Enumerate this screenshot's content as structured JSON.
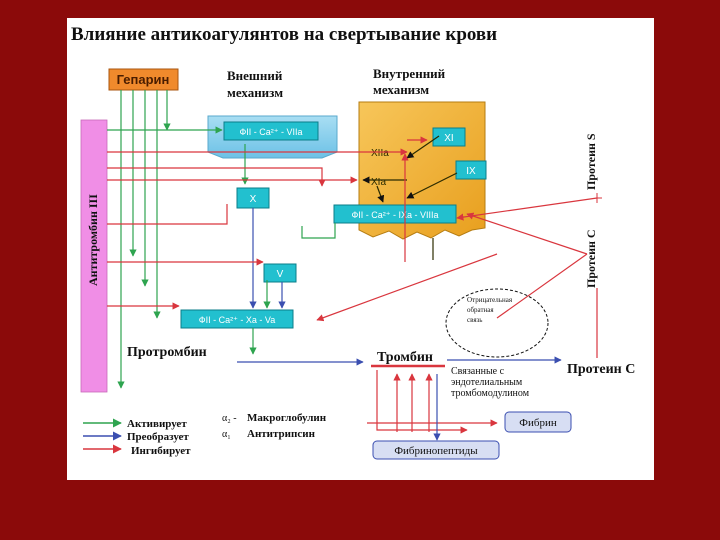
{
  "title": "Влияние антикоагулянтов на свертывание крови",
  "heparin": "Гепарин",
  "antithrombin": "Антитромбин III",
  "extrinsic": [
    "Внешний",
    "механизм"
  ],
  "intrinsic": [
    "Внутренний",
    "механизм"
  ],
  "protein_s": "Протеин S",
  "protein_c_vertical": "Протеин С",
  "factors": {
    "ext_complex": "ФII - Ca²⁺ - VIIa",
    "xi": "XI",
    "xiia": "XIIa",
    "xia": "XIa",
    "ix": "IX",
    "int_complex": "ФII - Ca²⁺ - IXa - VIIIa",
    "x": "X",
    "v": "V",
    "prothrombinase": "ФII - Ca²⁺ - Xa - Va"
  },
  "prothrombin": "Протромбин",
  "thrombin": "Тромбин",
  "feedback": [
    "Отрицательная",
    "обратная",
    "связь"
  ],
  "thrombomodulin": [
    "Связанные с",
    "эндотелиальным",
    "тромбомодулином"
  ],
  "protein_c": "Протеин С",
  "fibrin": "Фибрин",
  "fibrinopeptides": "Фибринопептиды",
  "legend": {
    "activates": "Активирует",
    "converts": "Преобразует",
    "inhibits": "Ингибирует",
    "a2_symbol": "α₂ -",
    "a2_label": "Макроглобулин",
    "a1_symbol": "α₁",
    "a1_label": "Антитрипсин"
  },
  "colors": {
    "activates": "#2ea44f",
    "converts": "#3b4fb0",
    "inhibits": "#d9363e",
    "factor_box": "#22c0cf",
    "intrinsic_bg": "#f2b233",
    "extrinsic_bg": "#8fd3ee",
    "heparin_bg": "#f08a2c",
    "antithrombin_bg": "#f08ee6"
  }
}
